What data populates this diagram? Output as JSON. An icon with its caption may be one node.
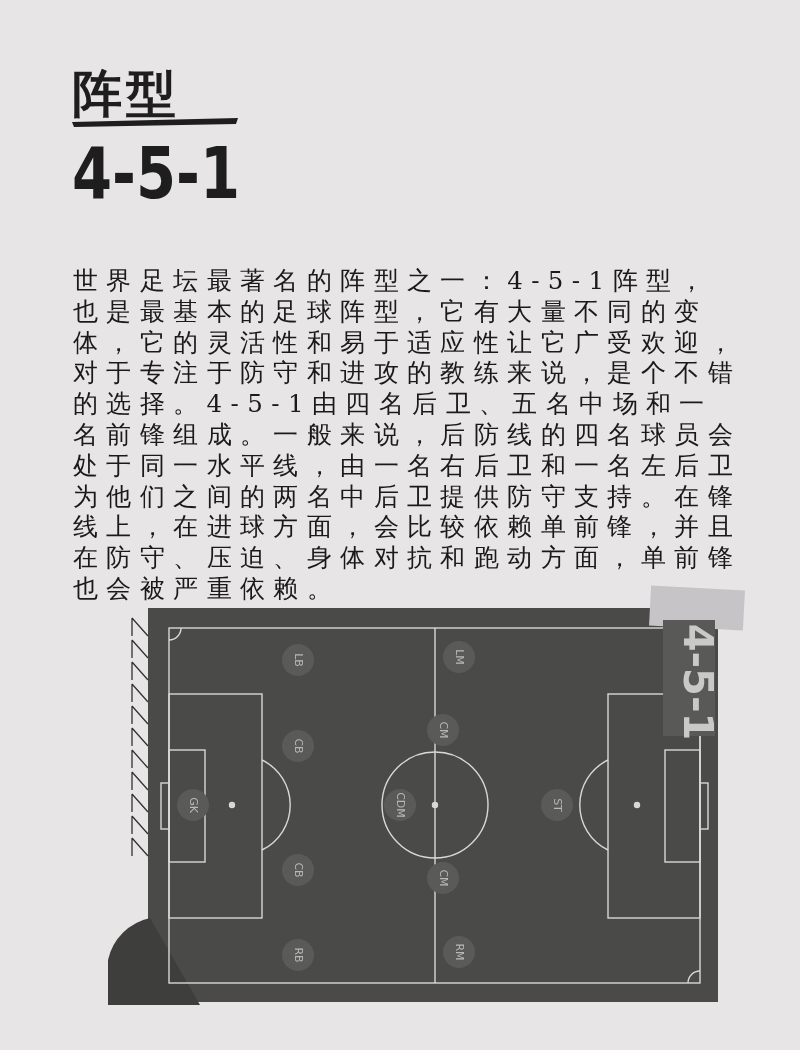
{
  "diagram": {
    "title": "阵型",
    "nodes": [
      {
        "text": [
          "GK"
        ]
      },
      {
        "text": [
          "LB"
        ]
      },
      {
        "text": [
          "CB"
        ]
      },
      {
        "text": [
          "CB"
        ]
      },
      {
        "text": [
          "RB"
        ]
      },
      {
        "text": [
          "LM"
        ]
      },
      {
        "text": [
          "CM"
        ]
      },
      {
        "text": [
          "CDM"
        ]
      },
      {
        "text": [
          "CM"
        ]
      },
      {
        "text": [
          "RM"
        ]
      },
      {
        "text": [
          "ST"
        ]
      }
    ],
    "labels": [
      "4-5-1",
      "世界足坛最著名的阵型之一：4-5-1阵型，也是最基本的足球阵型，它有大量不同的变体，它的灵活性和易于适应性让它广受欢迎，对于专注于防守和进攻的教练来说，是个不错的选择。4-5-1由四名后卫、五名中场和一名前锋组成。一般来说，后防线的四名球员会处于同一水平线，由一名右后卫和一名左后卫为他们之间的两名中后卫提供防守支持。在锋线上，在进球方面，会比较依赖单前锋，并且在防守、压迫、身体对抗和跑动方面，单前锋也会被严重依赖。",
      "4-5-1"
    ]
  }
}
